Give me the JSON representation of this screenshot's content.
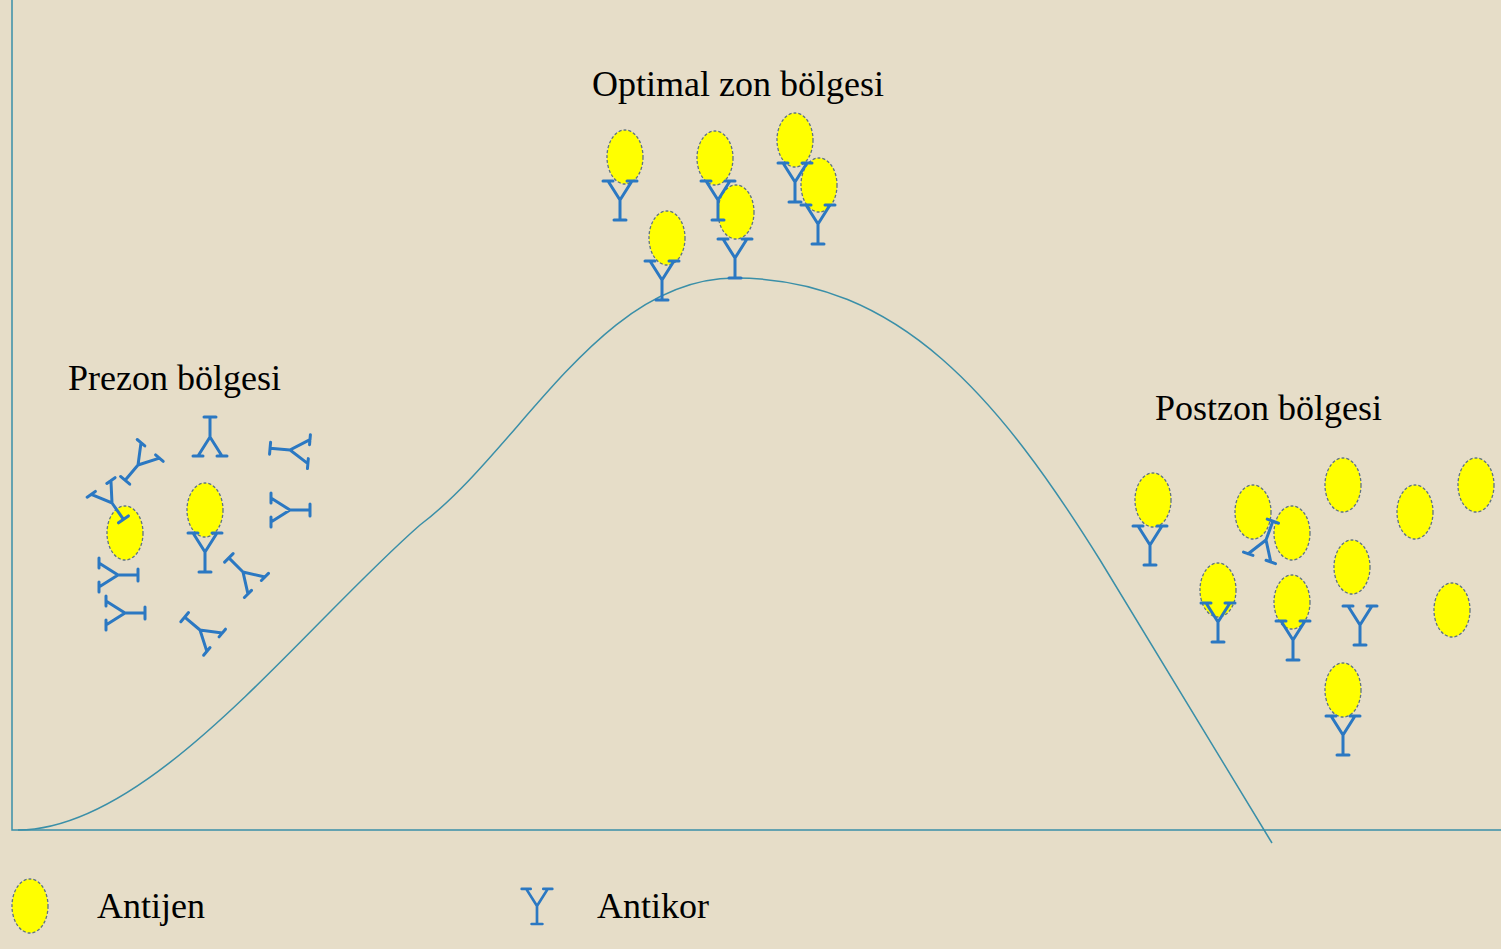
{
  "diagram": {
    "labels": [
      "Optimal zon bölgesi",
      "Prezon bölgesi",
      "Postzon bölgesi"
    ],
    "legend": [
      {
        "text": "Antijen"
      },
      {
        "text": "Antikor"
      }
    ]
  }
}
